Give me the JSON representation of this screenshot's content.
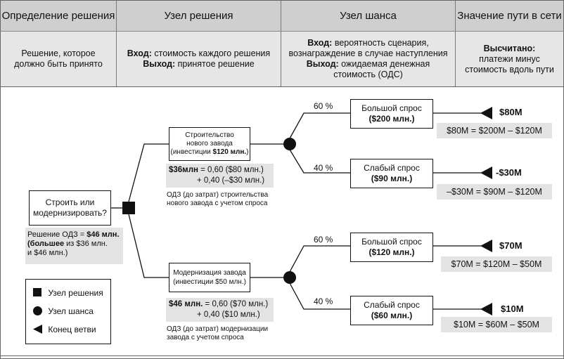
{
  "header": {
    "col1": "Определение решения",
    "col2": "Узел решения",
    "col3": "Узел шанса",
    "col4": "Значение пути в сети"
  },
  "subheader": {
    "col1": "Решение, которое должно быть принято",
    "col2_in_label": "Вход:",
    "col2_in_text": "стоимость каждого решения",
    "col2_out_label": "Выход:",
    "col2_out_text": "принятое решение",
    "col3_in_label": "Вход:",
    "col3_in_text": "вероятность сценария, вознаграждение в случае наступления",
    "col3_out_label": "Выход:",
    "col3_out_text": "ожидаемая денежная стоимость (ОДС)",
    "col4_label": "Высчитано:",
    "col4_text": "платежи минус стоимость вдоль пути"
  },
  "decision": {
    "question": "Строить или модернизировать?",
    "emv_line1_prefix": "Решение ОДЗ = ",
    "emv_line1_bold": "$46 млн.",
    "emv_line2_bold": "(большее",
    "emv_line2_rest": " из $36 млн.",
    "emv_line3": "и $46 млн.)"
  },
  "branch_build": {
    "title_l1": "Строительство",
    "title_l2": "нового завода",
    "title_l3_prefix": "(инвестиции ",
    "title_l3_bold": "$120 млн.",
    "title_l3_suffix": ")",
    "calc_l1_bold": "$36млн",
    "calc_l1_rest": " = 0,60 ($80 млн.)",
    "calc_l2": "+ 0,40 (–$30 млн.)",
    "note": "ОДЗ (до затрат) строительства нового завода с учетом спроса",
    "high_prob": "60 %",
    "low_prob": "40 %",
    "high_label": "Большой спрос",
    "high_value": "($200 млн.)",
    "low_label": "Слабый спрос",
    "low_value": "($90 млн.)",
    "high_end": "$80M",
    "high_formula": "$80M = $200M – $120M",
    "low_end": "-$30M",
    "low_formula": "–$30M = $90M – $120M"
  },
  "branch_upgrade": {
    "title_l1": "Модернизация завода",
    "title_l2": "(инвестиции $50 млн.)",
    "calc_l1_bold": "$46 млн.",
    "calc_l1_rest": " = 0,60 ($70 млн.)",
    "calc_l2": "+ 0,40 ($10 млн.)",
    "note": "ОДЗ (до затрат) модернизации завода с учетом спроса",
    "high_prob": "60 %",
    "low_prob": "40 %",
    "high_label": "Большой спрос",
    "high_value": "($120 млн.)",
    "low_label": "Слабый спрос",
    "low_value": "($60 млн.)",
    "high_end": "$70M",
    "high_formula": "$70M = $120M – $50M",
    "low_end": "$10M",
    "low_formula": "$10M = $60M – $50M"
  },
  "legend": {
    "decision_node": "Узел решения",
    "chance_node": "Узел шанса",
    "branch_end": "Конец ветви"
  }
}
